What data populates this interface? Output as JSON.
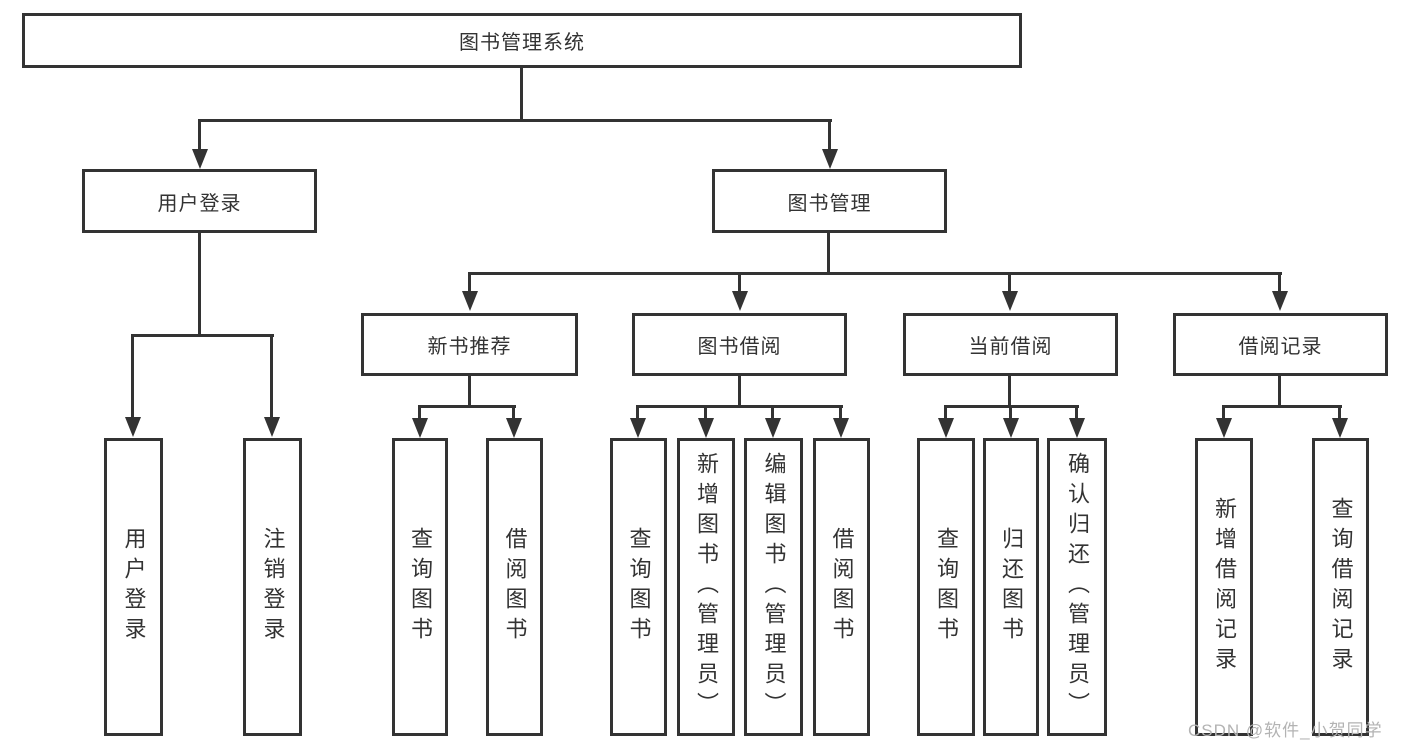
{
  "diagram_type": "tree",
  "colors": {
    "line": "#333333",
    "box_border": "#333333",
    "box_background": "#ffffff",
    "text": "#333333",
    "watermark": "#b3b3b3"
  },
  "tree": {
    "root": {
      "label": "图书管理系统"
    },
    "level2": [
      {
        "label": "用户登录",
        "children": [
          {
            "label": "用户登录"
          },
          {
            "label": "注销登录"
          }
        ]
      },
      {
        "label": "图书管理",
        "children": [
          {
            "label": "新书推荐",
            "children": [
              {
                "label": "查询图书"
              },
              {
                "label": "借阅图书"
              }
            ]
          },
          {
            "label": "图书借阅",
            "children": [
              {
                "label": "查询图书"
              },
              {
                "label": "新增图书（管理员）"
              },
              {
                "label": "编辑图书（管理员）"
              },
              {
                "label": "借阅图书"
              }
            ]
          },
          {
            "label": "当前借阅",
            "children": [
              {
                "label": "查询图书"
              },
              {
                "label": "归还图书"
              },
              {
                "label": "确认归还（管理员）"
              }
            ]
          },
          {
            "label": "借阅记录",
            "children": [
              {
                "label": "新增借阅记录"
              },
              {
                "label": "查询借阅记录"
              }
            ]
          }
        ]
      }
    ]
  },
  "watermark": "CSDN @软件_小贺同学"
}
